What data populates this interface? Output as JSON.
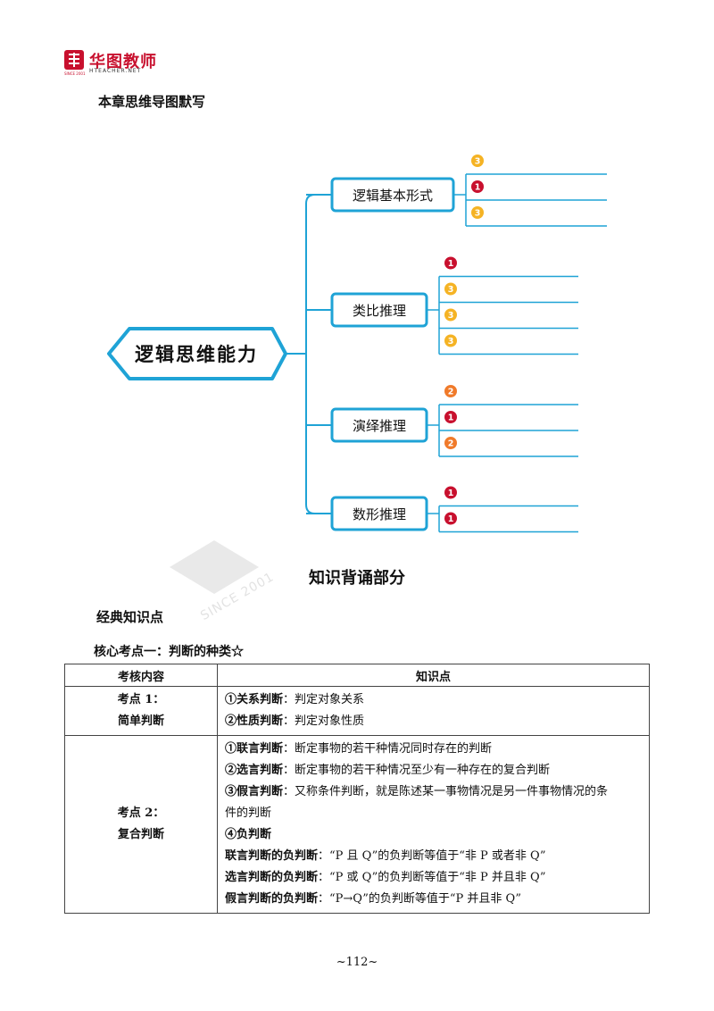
{
  "header": {
    "brand_name": "华图教师",
    "brand_sub": "HTEACHER.NET",
    "since_tag": "SINCE 2001"
  },
  "section_title": "本章思维导图默写",
  "mindmap": {
    "root": "逻辑思维能力",
    "branches": [
      {
        "label": "逻辑基本形式",
        "badges": [
          "3",
          "1",
          "3"
        ]
      },
      {
        "label": "类比推理",
        "badges": [
          "1",
          "3",
          "3",
          "3"
        ]
      },
      {
        "label": "演绎推理",
        "badges": [
          "2",
          "1",
          "2"
        ]
      },
      {
        "label": "数形推理",
        "badges": [
          "1",
          "1"
        ]
      }
    ],
    "colors": {
      "line": "#1fa3d6",
      "badge_1": "#c8102e",
      "badge_2": "#f07a2a",
      "badge_3": "#f5b324"
    }
  },
  "watermark": {
    "text": "SINCE 2001"
  },
  "knowledge_title": "知识背诵部分",
  "classic_title": "经典知识点",
  "core_title": "核心考点一：判断的种类☆",
  "table": {
    "headers": [
      "考核内容",
      "知识点"
    ],
    "rows": [
      {
        "left": [
          "考点 1：",
          "简单判断"
        ],
        "lines": [
          {
            "bold": "①关系判断",
            "text": "：判定对象关系"
          },
          {
            "bold": "②性质判断",
            "text": "：判定对象性质"
          }
        ]
      },
      {
        "left": [
          "考点 2：",
          "复合判断"
        ],
        "lines": [
          {
            "bold": "①联言判断",
            "text": "：断定事物的若干种情况同时存在的判断"
          },
          {
            "bold": "②选言判断",
            "text": "：断定事物的若干种情况至少有一种存在的复合判断"
          },
          {
            "bold": "③假言判断",
            "text": "：又称条件判断，就是陈述某一事物情况是另一件事物情况的条"
          },
          {
            "bold": "",
            "text": "件的判断"
          },
          {
            "bold": "④负判断",
            "text": ""
          },
          {
            "bold": "联言判断的负判断",
            "text": "：“P 且 Q”的负判断等值于“非 P 或者非 Q”"
          },
          {
            "bold": "选言判断的负判断",
            "text": "：“P 或 Q”的负判断等值于“非 P 并且非 Q”"
          },
          {
            "bold": "假言判断的负判断",
            "text": "：“P→Q”的负判断等值于“P 并且非 Q”"
          }
        ]
      }
    ]
  },
  "page_number": "~112~"
}
